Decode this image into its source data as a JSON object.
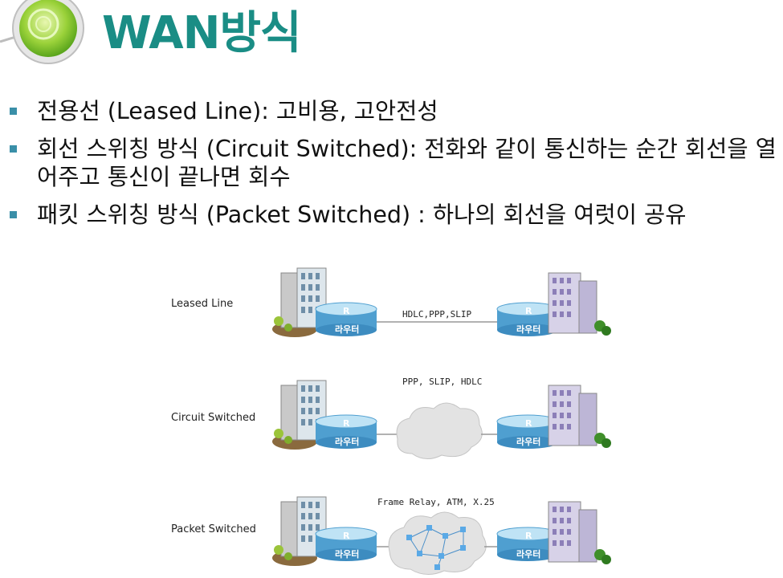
{
  "title": "WAN방식",
  "bullets": [
    {
      "text": "전용선 (Leased Line): 고비용, 고안전성"
    },
    {
      "text": "회선 스위칭 방식 (Circuit Switched): 전화와 같이 통신하는 순간 회선을 열어주고 통신이 끝나면 회수"
    },
    {
      "text": "패킷 스위칭 방식 (Packet Switched) : 하나의 회선을 여럿이 공유"
    }
  ],
  "diagram": {
    "rows": [
      {
        "label": "Leased Line",
        "protocols": "HDLC,PPP,SLIP",
        "router_left": "라우터",
        "router_right": "라우터",
        "router_mark": "R"
      },
      {
        "label": "Circuit Switched",
        "protocols": "PPP, SLIP, HDLC",
        "router_left": "라우터",
        "router_right": "라우터",
        "router_mark": "R"
      },
      {
        "label": "Packet Switched",
        "protocols": "Frame Relay, ATM, X.25",
        "router_left": "라우터",
        "router_right": "라우터",
        "router_mark": "R"
      }
    ]
  },
  "colors": {
    "title": "#1a8d85",
    "bullet": "#3a8fa8",
    "router": "#5aa9d6"
  }
}
